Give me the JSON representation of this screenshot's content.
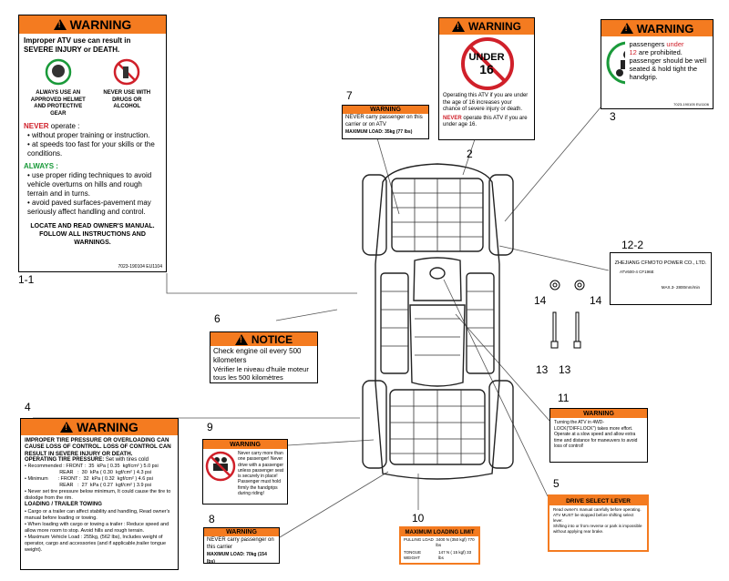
{
  "callouts": {
    "c1_1": "1-1",
    "c2": "2",
    "c3": "3",
    "c4": "4",
    "c5": "5",
    "c6": "6",
    "c7": "7",
    "c8": "8",
    "c9": "9",
    "c10": "10",
    "c11": "11",
    "c12_2": "12-2",
    "c13a": "13",
    "c13b": "13",
    "c14a": "14",
    "c14b": "14"
  },
  "label1": {
    "header": "WARNING",
    "intro": "Improper ATV use can result in SEVERE INJURY or DEATH.",
    "icon1_caption": "ALWAYS USE AN APPROVED HELMET AND PROTECTIVE GEAR",
    "icon2_caption": "NEVER USE WITH DRUGS OR ALCOHOL",
    "never_word": "NEVER",
    "never_rest": "operate :",
    "never_items": [
      "without proper training or instruction.",
      "at speeds too fast for your skills or the conditions."
    ],
    "always_word": "ALWAYS :",
    "always_items": [
      "use proper riding techniques to avoid vehicle overturns on hills and rough terrain and in turns.",
      "avoid paved surfaces-pavement may seriously affect handling and control."
    ],
    "footer": "LOCATE AND READ OWNER'S MANUAL. FOLLOW ALL INSTRUCTIONS AND WARNINGS.",
    "code": "7023-190104  EU1104"
  },
  "label2": {
    "header": "WARNING",
    "sign_top": "UNDER",
    "sign_num": "16",
    "body": "Operating this ATV if you are under the age of 16 increases your chance of severe injury or death.",
    "never_word": "NEVER",
    "never_rest": "operate this ATV if you are under age 16."
  },
  "label3": {
    "header": "WARNING",
    "line1": "passengers",
    "under": "under",
    "line2": "12",
    "line2b": "are prohibited.",
    "line3": "passenger should be well seated & hold tight the handgrip.",
    "code": "7023-190105  EU1106"
  },
  "label7": {
    "header": "WARNING",
    "body": "NEVER carry passenger on this carrier or on ATV",
    "load_label": "MAXIMUM LOAD:",
    "load_value": "35kg (77 lbs)"
  },
  "label6": {
    "header": "NOTICE",
    "en": "Check engine oil every 500 kilometers",
    "fr": "Vérifier le niveau d'huile moteur tous les 500 kilomètres"
  },
  "label4": {
    "header": "WARNING",
    "title": "IMPROPER TIRE PRESSURE OR OVERLOADING CAN CAUSE LOSS OF CONTROL. LOSS OF CONTROL CAN RESULT IN SEVERE INJURY OR DEATH.",
    "otp": "OPERATING TIRE PRESSURE:",
    "otp_rest": "Set with tires cold",
    "rows": [
      "• Recommended : FRONT :  35  kPa ( 0.35  kgf/cm² ) 5.0 psi",
      "                         REAR   :  30  kPa ( 0.30  kgf/cm² ) 4.3 psi",
      "• Minimum       : FRONT :  32  kPa ( 0.32  kgf/cm² ) 4.6 psi",
      "                         REAR   :  27  kPa ( 0.27  kgf/cm² ) 3.9 psi"
    ],
    "never_set": "• Never set tire pressure below minimum, It could cause the tire to dislodge from the rim.",
    "towing_head": "LOADING / TRAILER TOWING",
    "towing": [
      "• Cargo or a trailer can affect stability and handling, Read owner's manual before loading or towing.",
      "• When loading with cargo or towing a trailer : Reduce speed and allow more room to stop. Avoid hills and rough terrain.",
      "• Maximum Vehicle Load : 255kg, (562 lbs), Includes weight of operator, cargo and accessories (and if applicable,trailer tongue weight)."
    ]
  },
  "label9": {
    "header": "WARNING",
    "body": "Never carry more than one passenger! Never drive with a passenger unless passenger seat is securely in place! Passenger must hold firmly the handgrips during riding!"
  },
  "label8": {
    "header": "WARNING",
    "body": "NEVER carry passenger on this carrier",
    "load_label": "MAXIMUM LOAD:",
    "load_value": "70kg (154 lbs)"
  },
  "label10": {
    "header": "MAXIMUM LOADING LIMIT",
    "r1_label": "PULLING LOAD",
    "r1_value": "3400 N (350 kgf) 770 lbs",
    "r2_label": "TONGUE WEIGHT",
    "r2_value": "147 N ( 15 kgf) 33 lbs"
  },
  "label11": {
    "header": "WARNING",
    "body": "Turning the ATV in 4WD-LOCK(\"DIFF.LOCK\") takes more effort. Operate at a slow speed and allow extra time and distance for maneuvers to avoid loss of control!"
  },
  "label5": {
    "header": "DRIVE SELECT LEVER",
    "items": [
      "Read owner's manual carefully before operating.",
      "ATV MUST be stopped before shifting select lever.",
      "Shifting into or from reverse or park is impossible without applying rear brake."
    ]
  },
  "plate": {
    "company": "ZHEJIANG CFMOTO POWER CO., LTD.",
    "model": "ATV600-4 CF196E",
    "spec": "MAX.3- 2800mm/min"
  }
}
